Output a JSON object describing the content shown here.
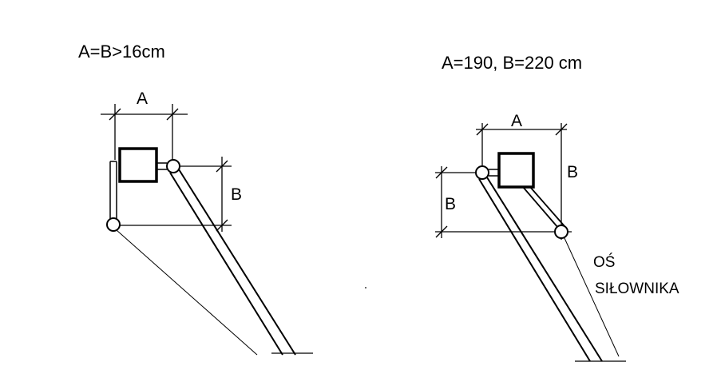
{
  "left_diagram": {
    "title": "A=B>16cm",
    "dim_a": "A",
    "dim_b": "B"
  },
  "right_diagram": {
    "title": "A=190, B=220 cm",
    "dim_a": "A",
    "dim_b_right": "B",
    "dim_b_left": "B",
    "axis_label_line1": "OŚ",
    "axis_label_line2": "SIŁOWNIKA"
  }
}
